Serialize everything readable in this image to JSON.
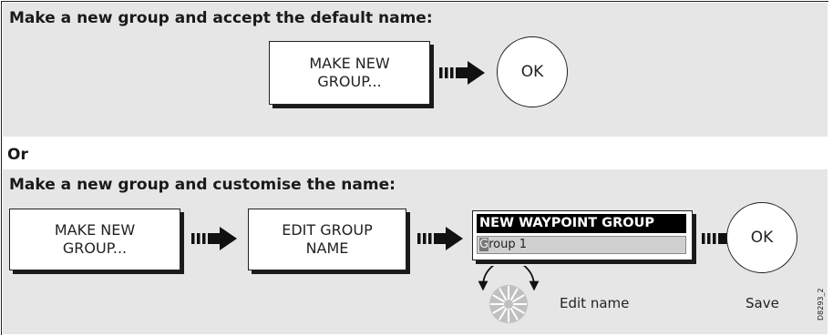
{
  "section1": {
    "heading": "Make a new group and accept the default name:",
    "make_new_group_label": "MAKE NEW GROUP...",
    "ok_label": "OK"
  },
  "or_label": "Or",
  "section2": {
    "heading": "Make a new group and customise the name:",
    "make_new_group_label": "MAKE NEW GROUP...",
    "edit_group_name_label": "EDIT GROUP NAME",
    "dialog": {
      "title": "NEW WAYPOINT GROUP",
      "field_cursor_char": "G",
      "field_rest": "roup 1"
    },
    "ok_label": "OK",
    "edit_name_caption": "Edit name",
    "save_caption": "Save"
  },
  "figure_code": "D8293_2",
  "colors": {
    "panel_background": "#e6e6e6",
    "dialog_title_background": "#000000"
  },
  "icons": [
    "arrow-right-icon",
    "rotary-knob-icon"
  ]
}
